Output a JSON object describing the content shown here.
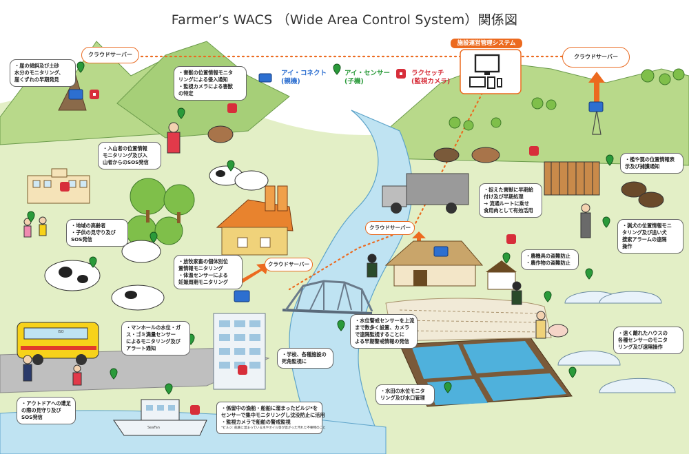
{
  "title": "Farmer’s WACS （Wide Area Control System）関係図",
  "system": {
    "label": "施設運営管理システム"
  },
  "clouds": {
    "cloud_top_left": "クラウドサーバー",
    "cloud_top_right": "クラウドサーバー",
    "cloud_mid": "クラウドサーバー",
    "cloud_bottom": "クラウドサーバー"
  },
  "legend": {
    "iconnect": [
      "アイ・コネクト",
      "(親機)"
    ],
    "isensor": [
      "アイ・センサー",
      "(子機)"
    ],
    "raku": [
      "ラクセッチ",
      "(監視カメラ)"
    ]
  },
  "colors": {
    "accent": "#ec6a1f",
    "iconnect_blue": "#2d6fd0",
    "sensor_green": "#2a9a3a",
    "camera_red": "#d72e3a",
    "river": "#bfe3f2",
    "field": "#e3efc6",
    "hill": "#b8d98a"
  },
  "notes": {
    "n_slope": [
      "・崖の傾斜及び土砂",
      "水分のモニタリング、",
      "崖くずれの早期発見"
    ],
    "n_beast": [
      "・害獣の位置情報モニタ",
      "リングによる侵入通知",
      "・監視カメラによる害獣",
      "の特定"
    ],
    "n_hiker": [
      "・入山者の位置情報",
      "モニタリング及び入",
      "山者からのSOS発信"
    ],
    "n_elderly": [
      "・地域の高齢者",
      "・子供の見守り及び",
      "SOS発信"
    ],
    "n_cattle": [
      "・放牧家畜の個体別位",
      "置情報モニタリング",
      "・体温センサーによる",
      "妊娠周期モニタリング"
    ],
    "n_manhole": [
      "・マンホールの水位・ガ",
      "ス・ゴミ満量センサー",
      "によるモニタリング及び",
      "アラート通知"
    ],
    "n_school": [
      "・学校、各種施設の",
      "死角監視に"
    ],
    "n_outdoor": [
      "・アウトドアへの遭足",
      "の際の見守り及び",
      "SOS発信"
    ],
    "n_boat": [
      "・係留中の漁船・船舶に溜まったビルジ*を",
      "センサーで集中モニタリングし沈没防止に活用",
      "・監視カメラで船舶の警戒監視"
    ],
    "n_boat_fine": "*ビルジ: 船底に溜まっている水やオイル等が混ざった汚れた不要物のこと",
    "n_river": [
      "・水位警戒センサーを上流",
      "まで数多く設置、カメラ",
      "で遠隔監視することに",
      "よる早期警戒情報の発信"
    ],
    "n_trap": [
      "・捉えた害獣に早期給",
      "付け及び早期処理",
      "→ 流通ルートに乗せ",
      "食用肉として有効活用"
    ],
    "n_trapbox": [
      "・檻や罠の位置情報表",
      "示及び捕獲通知"
    ],
    "n_dog": [
      "・猟犬の位置情報モニ",
      "タリング及び追い犬",
      "捜索アラームの遠隔",
      "操作"
    ],
    "n_farm": [
      "・農機具の盗難防止",
      "・農作物の盗難防止"
    ],
    "n_house": [
      "・遠く離れたハウスの",
      "各種センサーのモニタ",
      "リング及び遠隔操作"
    ],
    "n_paddy": [
      "・水田の水位モニタ",
      "リング及び水口管理"
    ]
  },
  "signage": {
    "bus_label": "ISO",
    "boat_label": "SeaFan"
  }
}
